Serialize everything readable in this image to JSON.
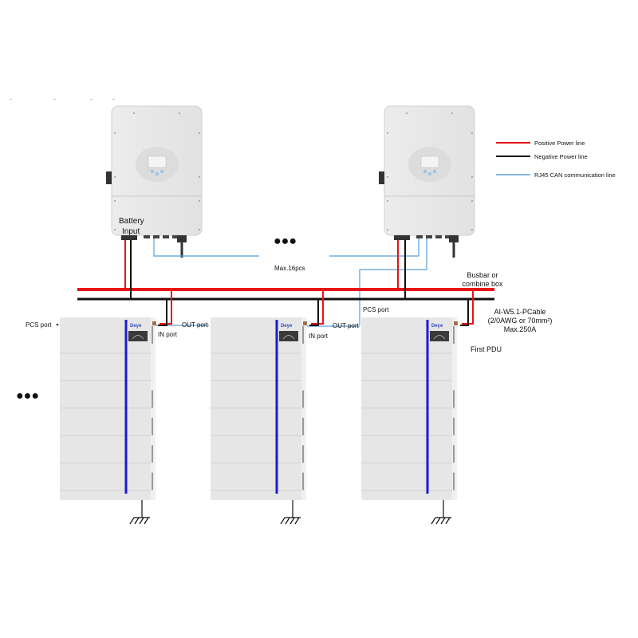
{
  "diagram": {
    "title": "Parallel battery / inverter wiring diagram",
    "brand_label": "Deye",
    "colors": {
      "positive": "#e81414",
      "negative": "#111111",
      "communication": "#5a9fd4",
      "battery_stripe": "#1a1ad6",
      "device_body": "#e6e6e6"
    },
    "legend": [
      {
        "label": "Positive Power line",
        "color_key": "positive"
      },
      {
        "label": "Negative Power line",
        "color_key": "negative"
      },
      {
        "label": "RJ45 CAN communication line",
        "color_key": "communication"
      }
    ],
    "inverters": [
      {
        "name": "inverter-1",
        "battery_input_label_line1": "Battery",
        "battery_input_label_line2": "Input"
      },
      {
        "name": "inverter-2"
      }
    ],
    "inverter_count_note": "Max.16pcs",
    "ellipsis": "●●●",
    "busbar_label_line1": "Busbar or",
    "busbar_label_line2": "combine box",
    "cable_label_line1": "AI-W5.1-PCable",
    "cable_label_line2": "(2/0AWG or 70mm²)",
    "cable_label_line3": "Max.250A",
    "first_pdu_label": "First PDU",
    "ports": {
      "pcs_port": "PCS port",
      "out_port": "OUT port",
      "in_port": "IN port"
    },
    "battery_stacks": [
      {
        "name": "battery-stack-1",
        "modules": 5
      },
      {
        "name": "battery-stack-2",
        "modules": 5
      },
      {
        "name": "battery-stack-3",
        "modules": 5
      }
    ]
  }
}
